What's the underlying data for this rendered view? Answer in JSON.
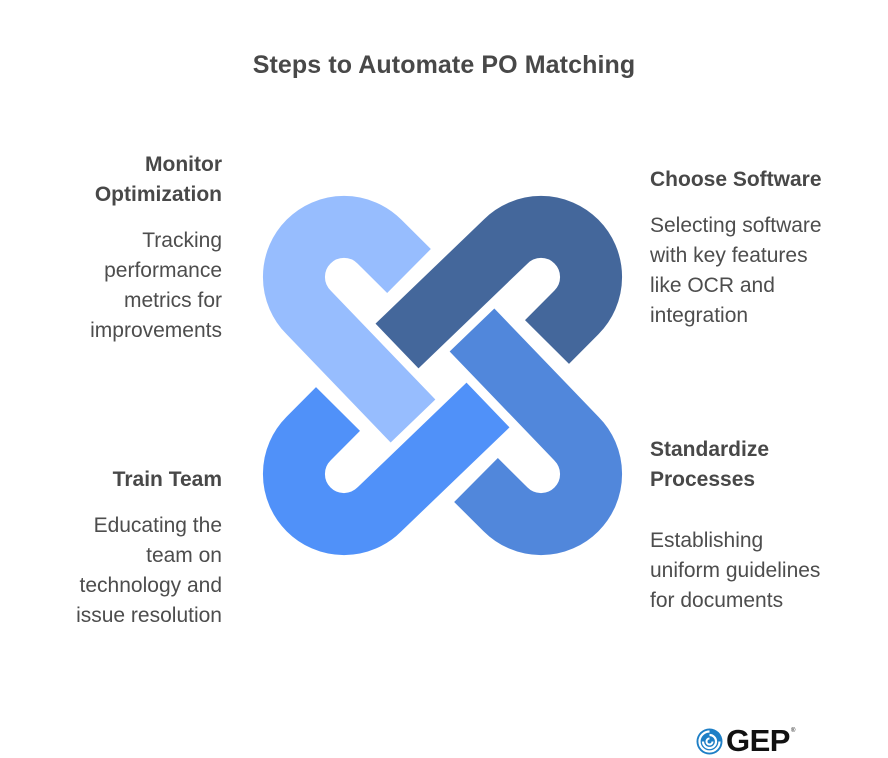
{
  "title": "Steps to Automate PO Matching",
  "steps": {
    "monitor": {
      "heading_lines": [
        "Monitor",
        "Optimization"
      ],
      "desc_lines": [
        "Tracking",
        "performance",
        "metrics for",
        "improvements"
      ],
      "color": "#97BDFE",
      "position": "top-left"
    },
    "choose": {
      "heading_lines": [
        "Choose Software"
      ],
      "desc_lines": [
        "Selecting software",
        "with key features",
        "like OCR and",
        "integration"
      ],
      "color": "#44679B",
      "position": "top-right"
    },
    "standardize": {
      "heading_lines": [
        "Standardize",
        "Processes"
      ],
      "desc_lines": [
        "Establishing",
        "uniform guidelines",
        "for documents"
      ],
      "color": "#5187DB",
      "position": "bottom-right"
    },
    "train": {
      "heading_lines": [
        "Train Team"
      ],
      "desc_lines": [
        "Educating the",
        "team on",
        "technology and",
        "issue resolution"
      ],
      "color": "#5091F9",
      "position": "bottom-left"
    }
  },
  "logo": {
    "text": "GEP",
    "registered": "®",
    "icon": "swirl-icon",
    "icon_color": "#1E7FC6"
  }
}
